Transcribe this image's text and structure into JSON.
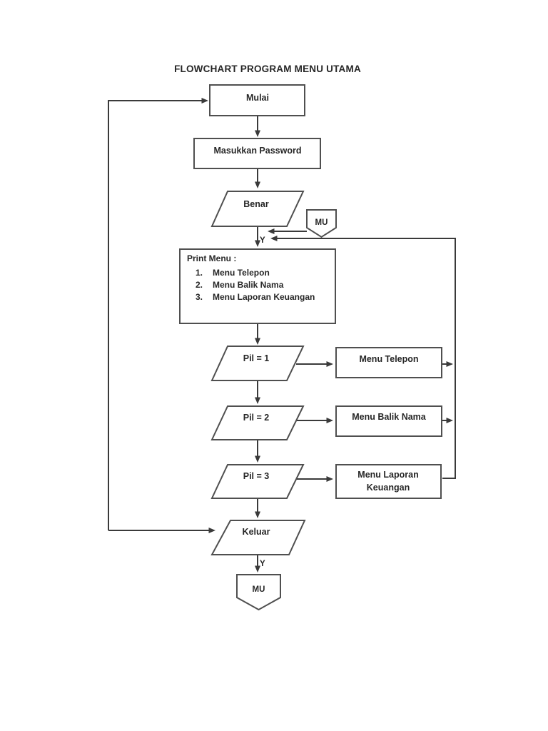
{
  "page": {
    "title": "FLOWCHART PROGRAM MENU UTAMA"
  },
  "nodes": {
    "mulai": {
      "label": "Mulai",
      "type": "process"
    },
    "masukkan_password": {
      "label": "Masukkan Password",
      "type": "process"
    },
    "benar": {
      "label": "Benar",
      "type": "input"
    },
    "mu_top": {
      "label": "MU",
      "type": "offpage-connector"
    },
    "print_menu": {
      "header": "Print Menu :",
      "items": [
        {
          "num": "1.",
          "label": "Menu Telepon"
        },
        {
          "num": "2.",
          "label": "Menu Balik Nama"
        },
        {
          "num": "3.",
          "label": "Menu Laporan Keuangan"
        }
      ],
      "type": "process"
    },
    "pil1": {
      "label": "Pil = 1",
      "type": "decision-input"
    },
    "menu_telepon": {
      "label": "Menu Telepon",
      "type": "process"
    },
    "pil2": {
      "label": "Pil = 2",
      "type": "decision-input"
    },
    "menu_balik_nama": {
      "label": "Menu Balik Nama",
      "type": "process"
    },
    "pil3": {
      "label": "Pil = 3",
      "type": "decision-input"
    },
    "menu_laporan_keuangan": {
      "lines": [
        "Menu Laporan",
        "Keuangan"
      ],
      "type": "process"
    },
    "keluar": {
      "label": "Keluar",
      "type": "input"
    },
    "mu_bottom": {
      "label": "MU",
      "type": "offpage-connector"
    }
  },
  "edge_labels": {
    "benar_yes": "Y",
    "keluar_yes": "Y"
  },
  "colors": {
    "page_bg": "#ffffff",
    "shape_stroke": "#4f4f4f",
    "line": "#3a3a3a",
    "text": "#262626"
  }
}
